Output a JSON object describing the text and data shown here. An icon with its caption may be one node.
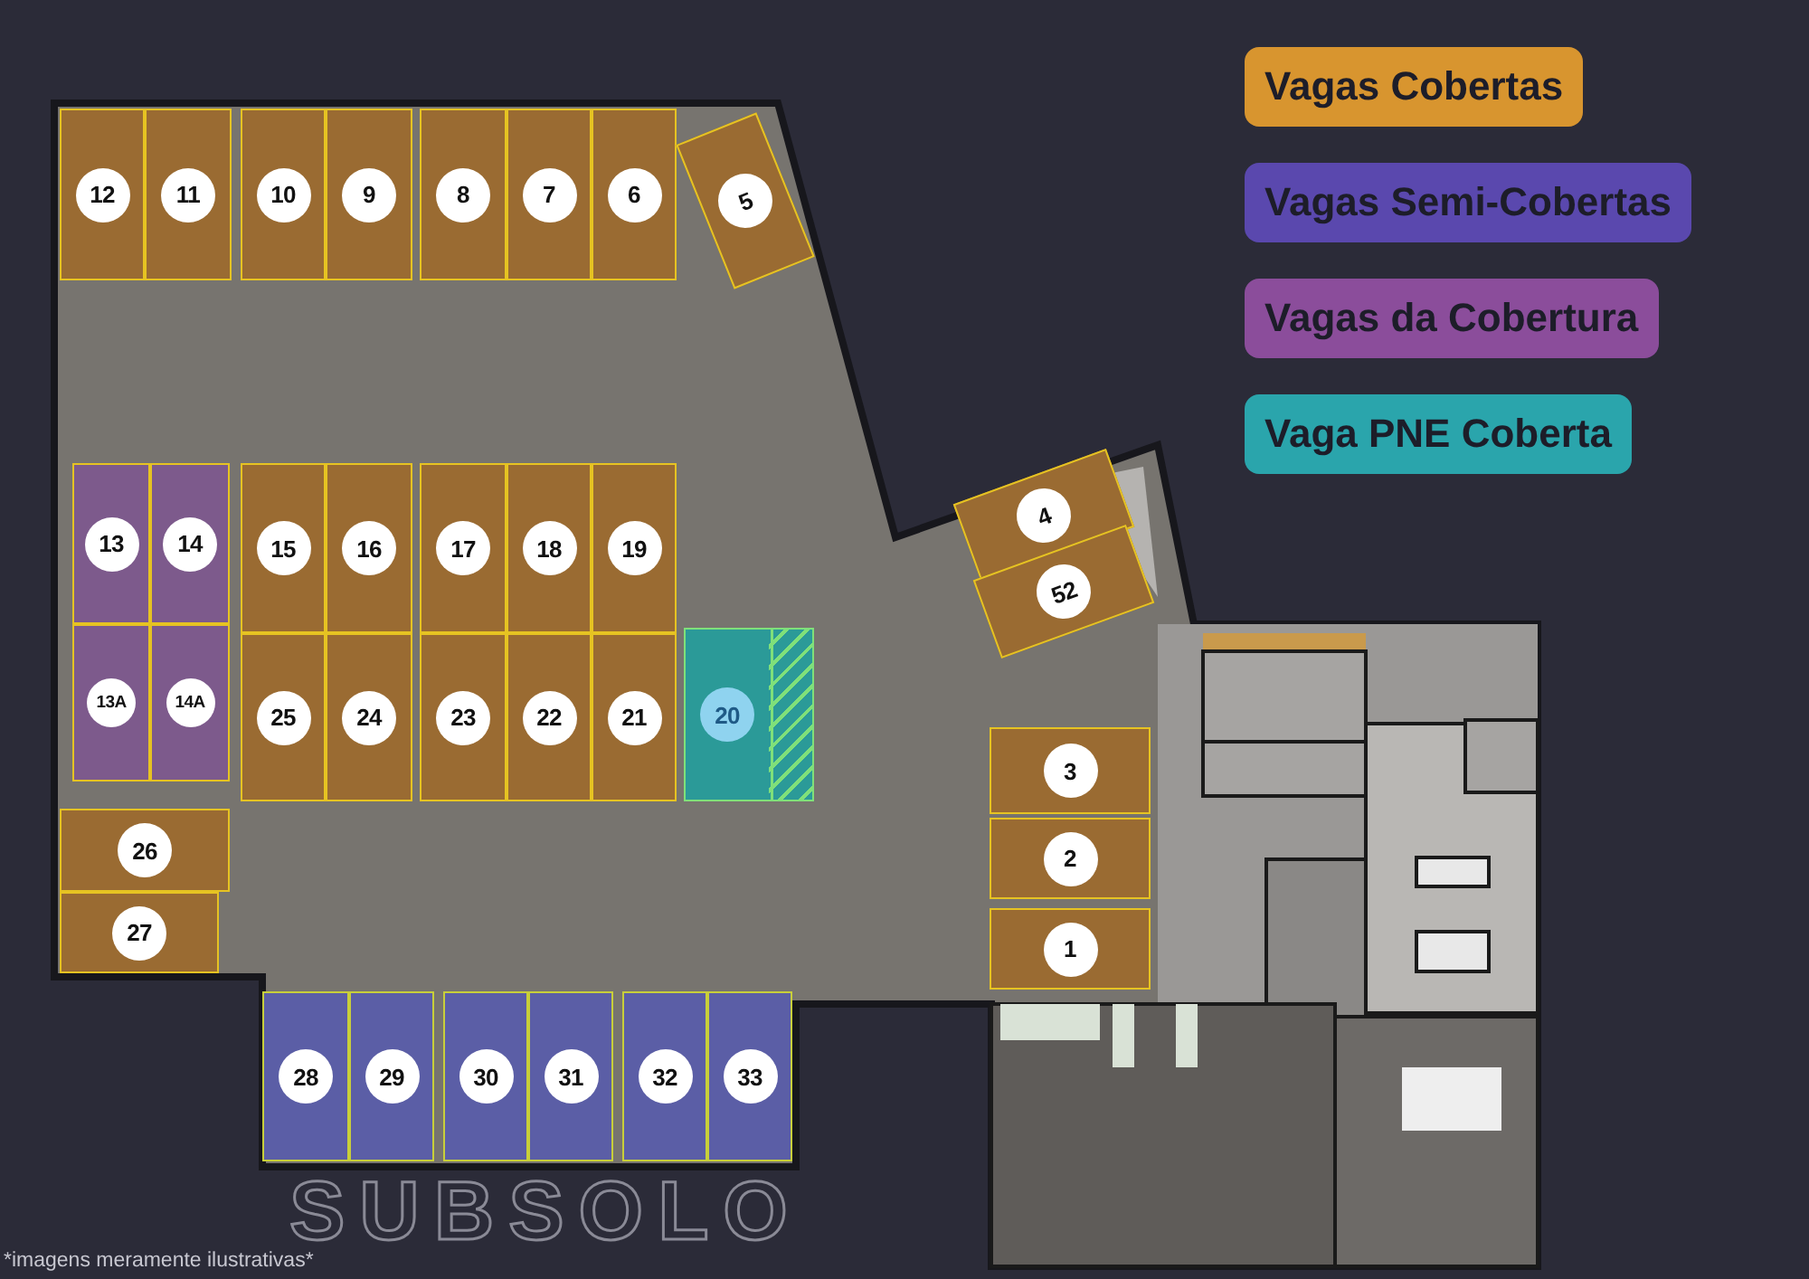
{
  "diagram": {
    "title": "SUBSOLO",
    "caption": "*imagens meramente ilustrativas*",
    "nodes": [
      {
        "text": [
          "12"
        ]
      },
      {
        "text": [
          "11"
        ]
      },
      {
        "text": [
          "10"
        ]
      },
      {
        "text": [
          "9"
        ]
      },
      {
        "text": [
          "8"
        ]
      },
      {
        "text": [
          "7"
        ]
      },
      {
        "text": [
          "6"
        ]
      },
      {
        "text": [
          "5"
        ]
      },
      {
        "text": [
          "13"
        ]
      },
      {
        "text": [
          "14"
        ]
      },
      {
        "text": [
          "15"
        ]
      },
      {
        "text": [
          "16"
        ]
      },
      {
        "text": [
          "17"
        ]
      },
      {
        "text": [
          "18"
        ]
      },
      {
        "text": [
          "19"
        ]
      },
      {
        "text": [
          "4"
        ]
      },
      {
        "text": [
          "52"
        ]
      },
      {
        "text": [
          "13A"
        ]
      },
      {
        "text": [
          "14A"
        ]
      },
      {
        "text": [
          "25"
        ]
      },
      {
        "text": [
          "24"
        ]
      },
      {
        "text": [
          "23"
        ]
      },
      {
        "text": [
          "22"
        ]
      },
      {
        "text": [
          "21"
        ]
      },
      {
        "text": [
          "20"
        ]
      },
      {
        "text": [
          "3"
        ]
      },
      {
        "text": [
          "2"
        ]
      },
      {
        "text": [
          "1"
        ]
      },
      {
        "text": [
          "26"
        ]
      },
      {
        "text": [
          "27"
        ]
      },
      {
        "text": [
          "28"
        ]
      },
      {
        "text": [
          "29"
        ]
      },
      {
        "text": [
          "30"
        ]
      },
      {
        "text": [
          "31"
        ]
      },
      {
        "text": [
          "32"
        ]
      },
      {
        "text": [
          "33"
        ]
      }
    ],
    "legend": [
      {
        "text": "Vagas Cobertas",
        "color": "#d8952f"
      },
      {
        "text": "Vagas Semi-Cobertas",
        "color": "#5a48ae"
      },
      {
        "text": "Vagas da Cobertura",
        "color": "#8b4d9b"
      },
      {
        "text": "Vaga PNE Coberta",
        "color": "#2aa5ac"
      }
    ]
  }
}
